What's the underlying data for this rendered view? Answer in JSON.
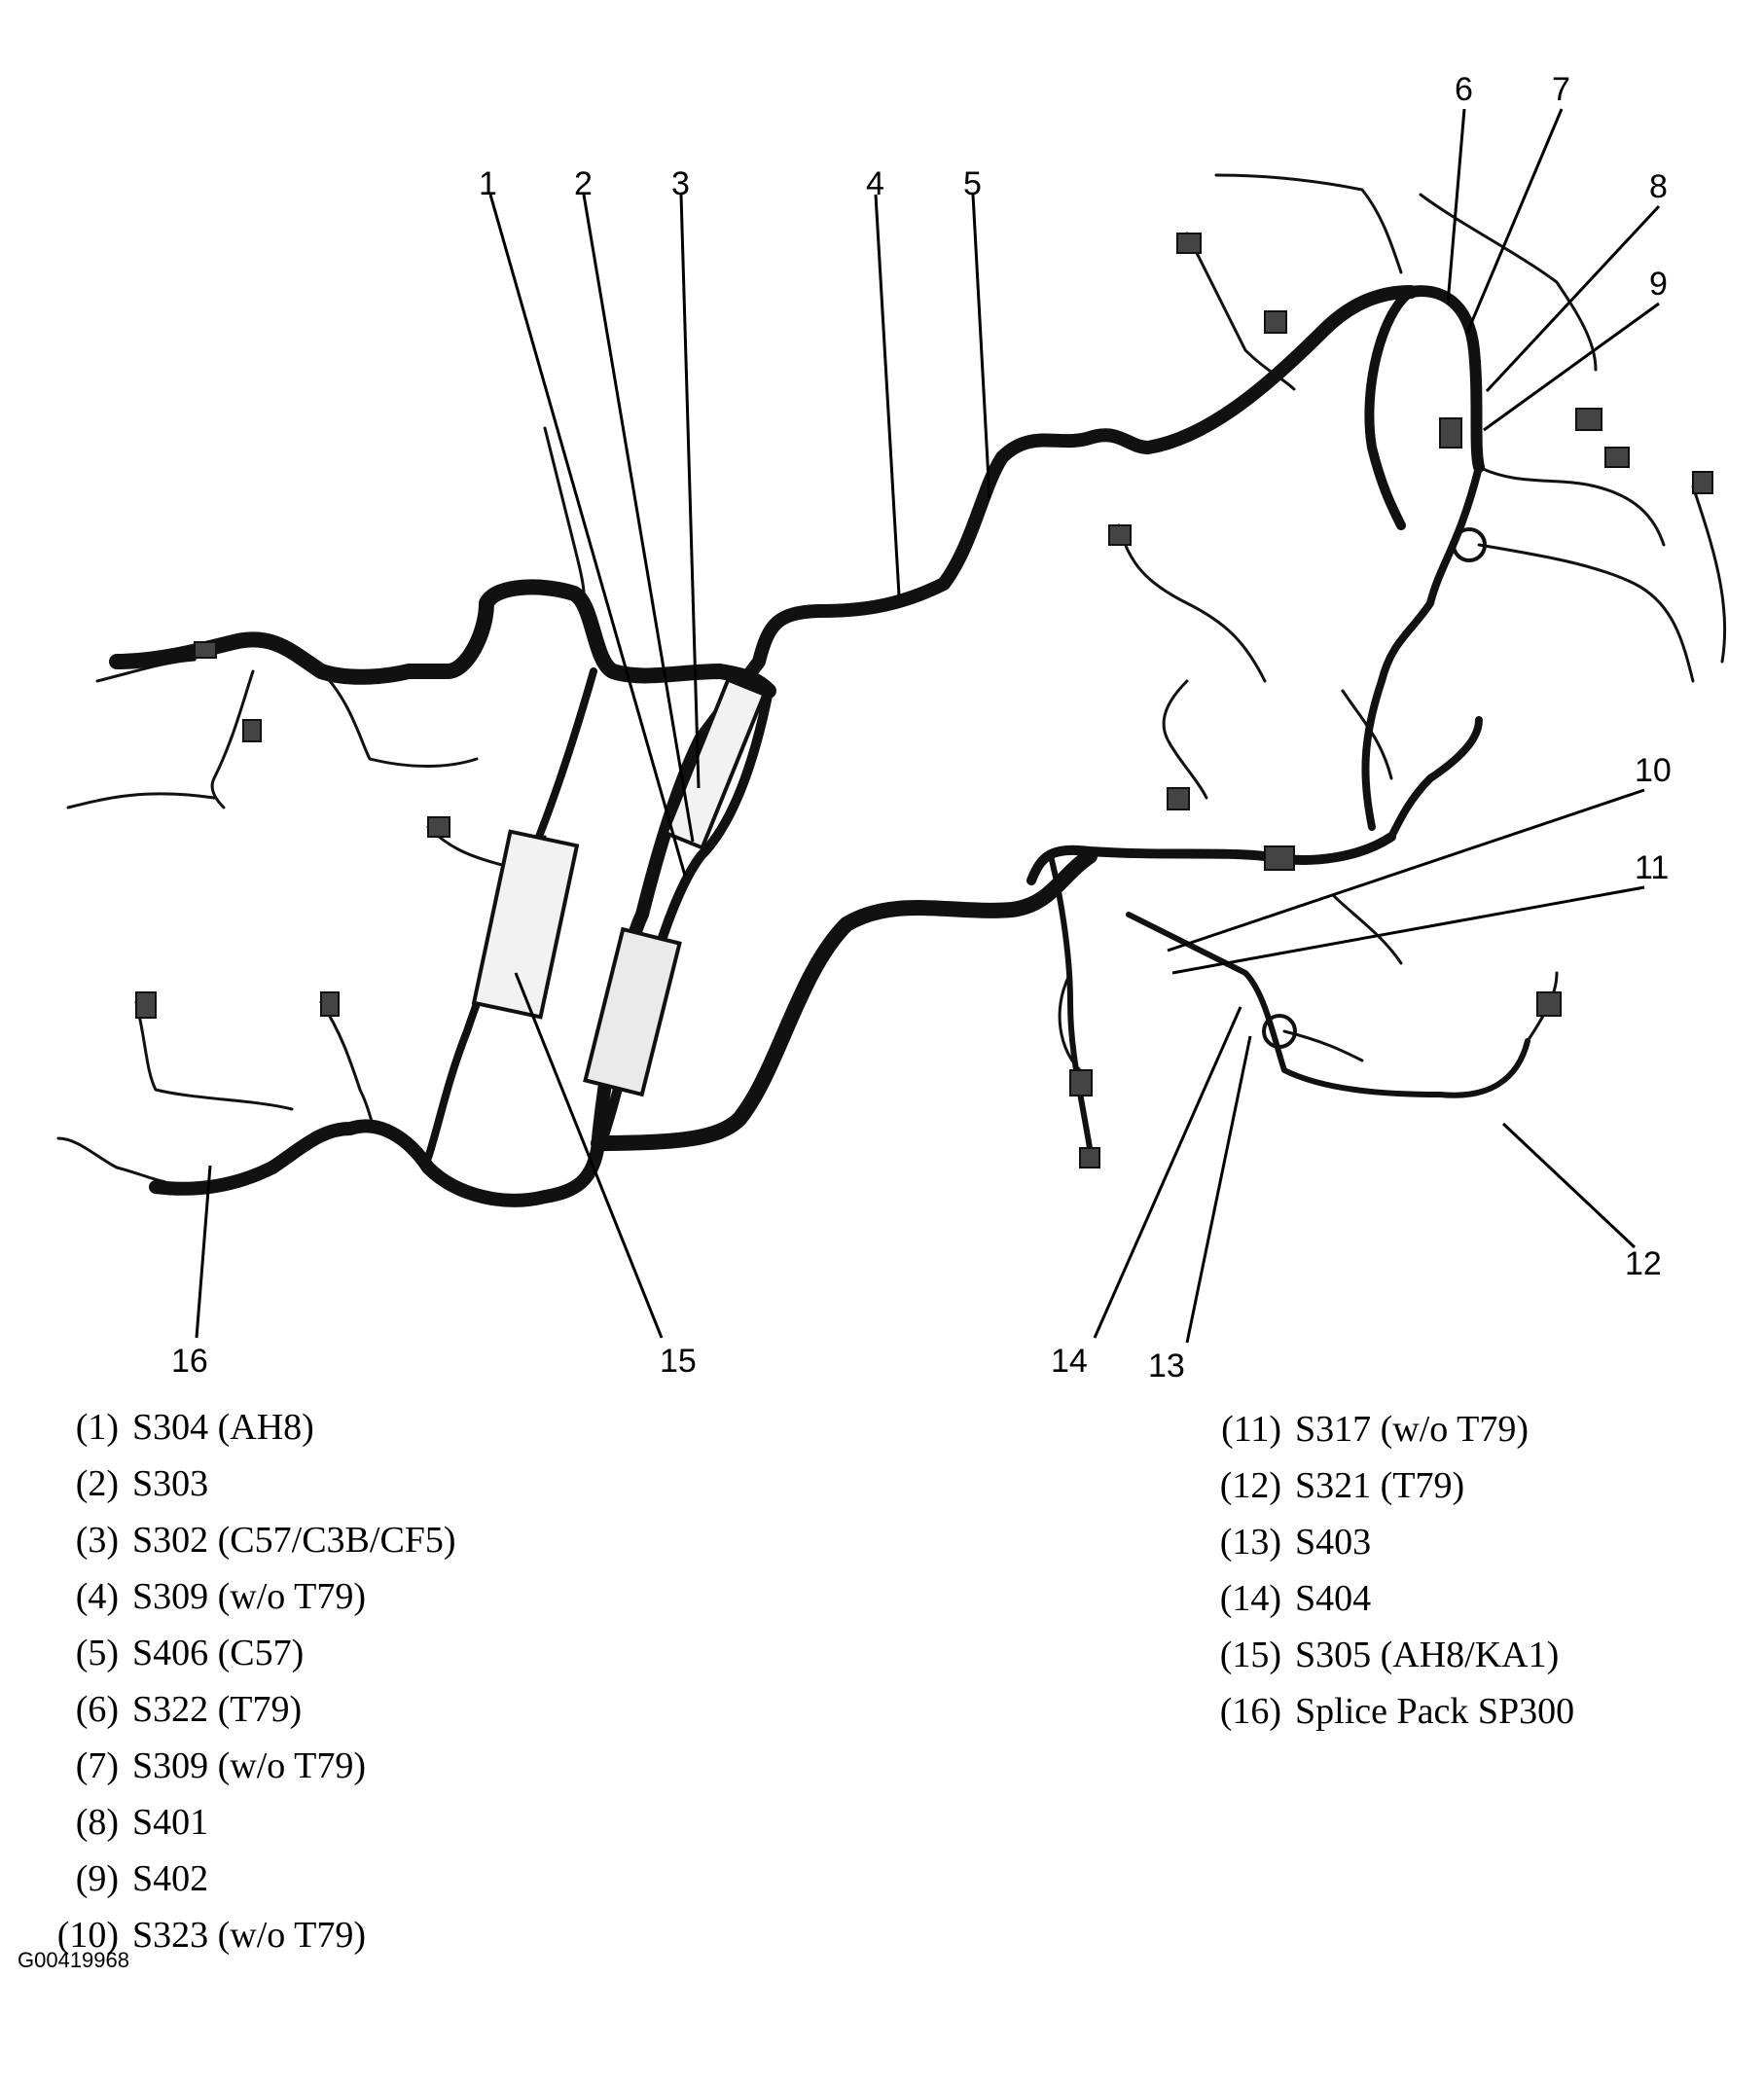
{
  "callouts": [
    "1",
    "2",
    "3",
    "4",
    "5",
    "6",
    "7",
    "8",
    "9",
    "10",
    "11",
    "12",
    "13",
    "14",
    "15",
    "16"
  ],
  "legend_left": [
    {
      "num": "(1)",
      "text": "S304 (AH8)"
    },
    {
      "num": "(2)",
      "text": "S303"
    },
    {
      "num": "(3)",
      "text": "S302 (C57/C3B/CF5)"
    },
    {
      "num": "(4)",
      "text": "S309 (w/o T79)"
    },
    {
      "num": "(5)",
      "text": "S406 (C57)"
    },
    {
      "num": "(6)",
      "text": "S322 (T79)"
    },
    {
      "num": "(7)",
      "text": "S309 (w/o T79)"
    },
    {
      "num": "(8)",
      "text": "S401"
    },
    {
      "num": "(9)",
      "text": "S402"
    },
    {
      "num": "(10)",
      "text": "S323 (w/o T79)"
    }
  ],
  "legend_right": [
    {
      "num": "(11)",
      "text": "S317 (w/o T79)"
    },
    {
      "num": "(12)",
      "text": "S321 (T79)"
    },
    {
      "num": "(13)",
      "text": "S403"
    },
    {
      "num": "(14)",
      "text": "S404"
    },
    {
      "num": "(15)",
      "text": "S305 (AH8/KA1)"
    },
    {
      "num": "(16)",
      "text": "Splice Pack SP300"
    }
  ],
  "figure_id": "G00419968"
}
